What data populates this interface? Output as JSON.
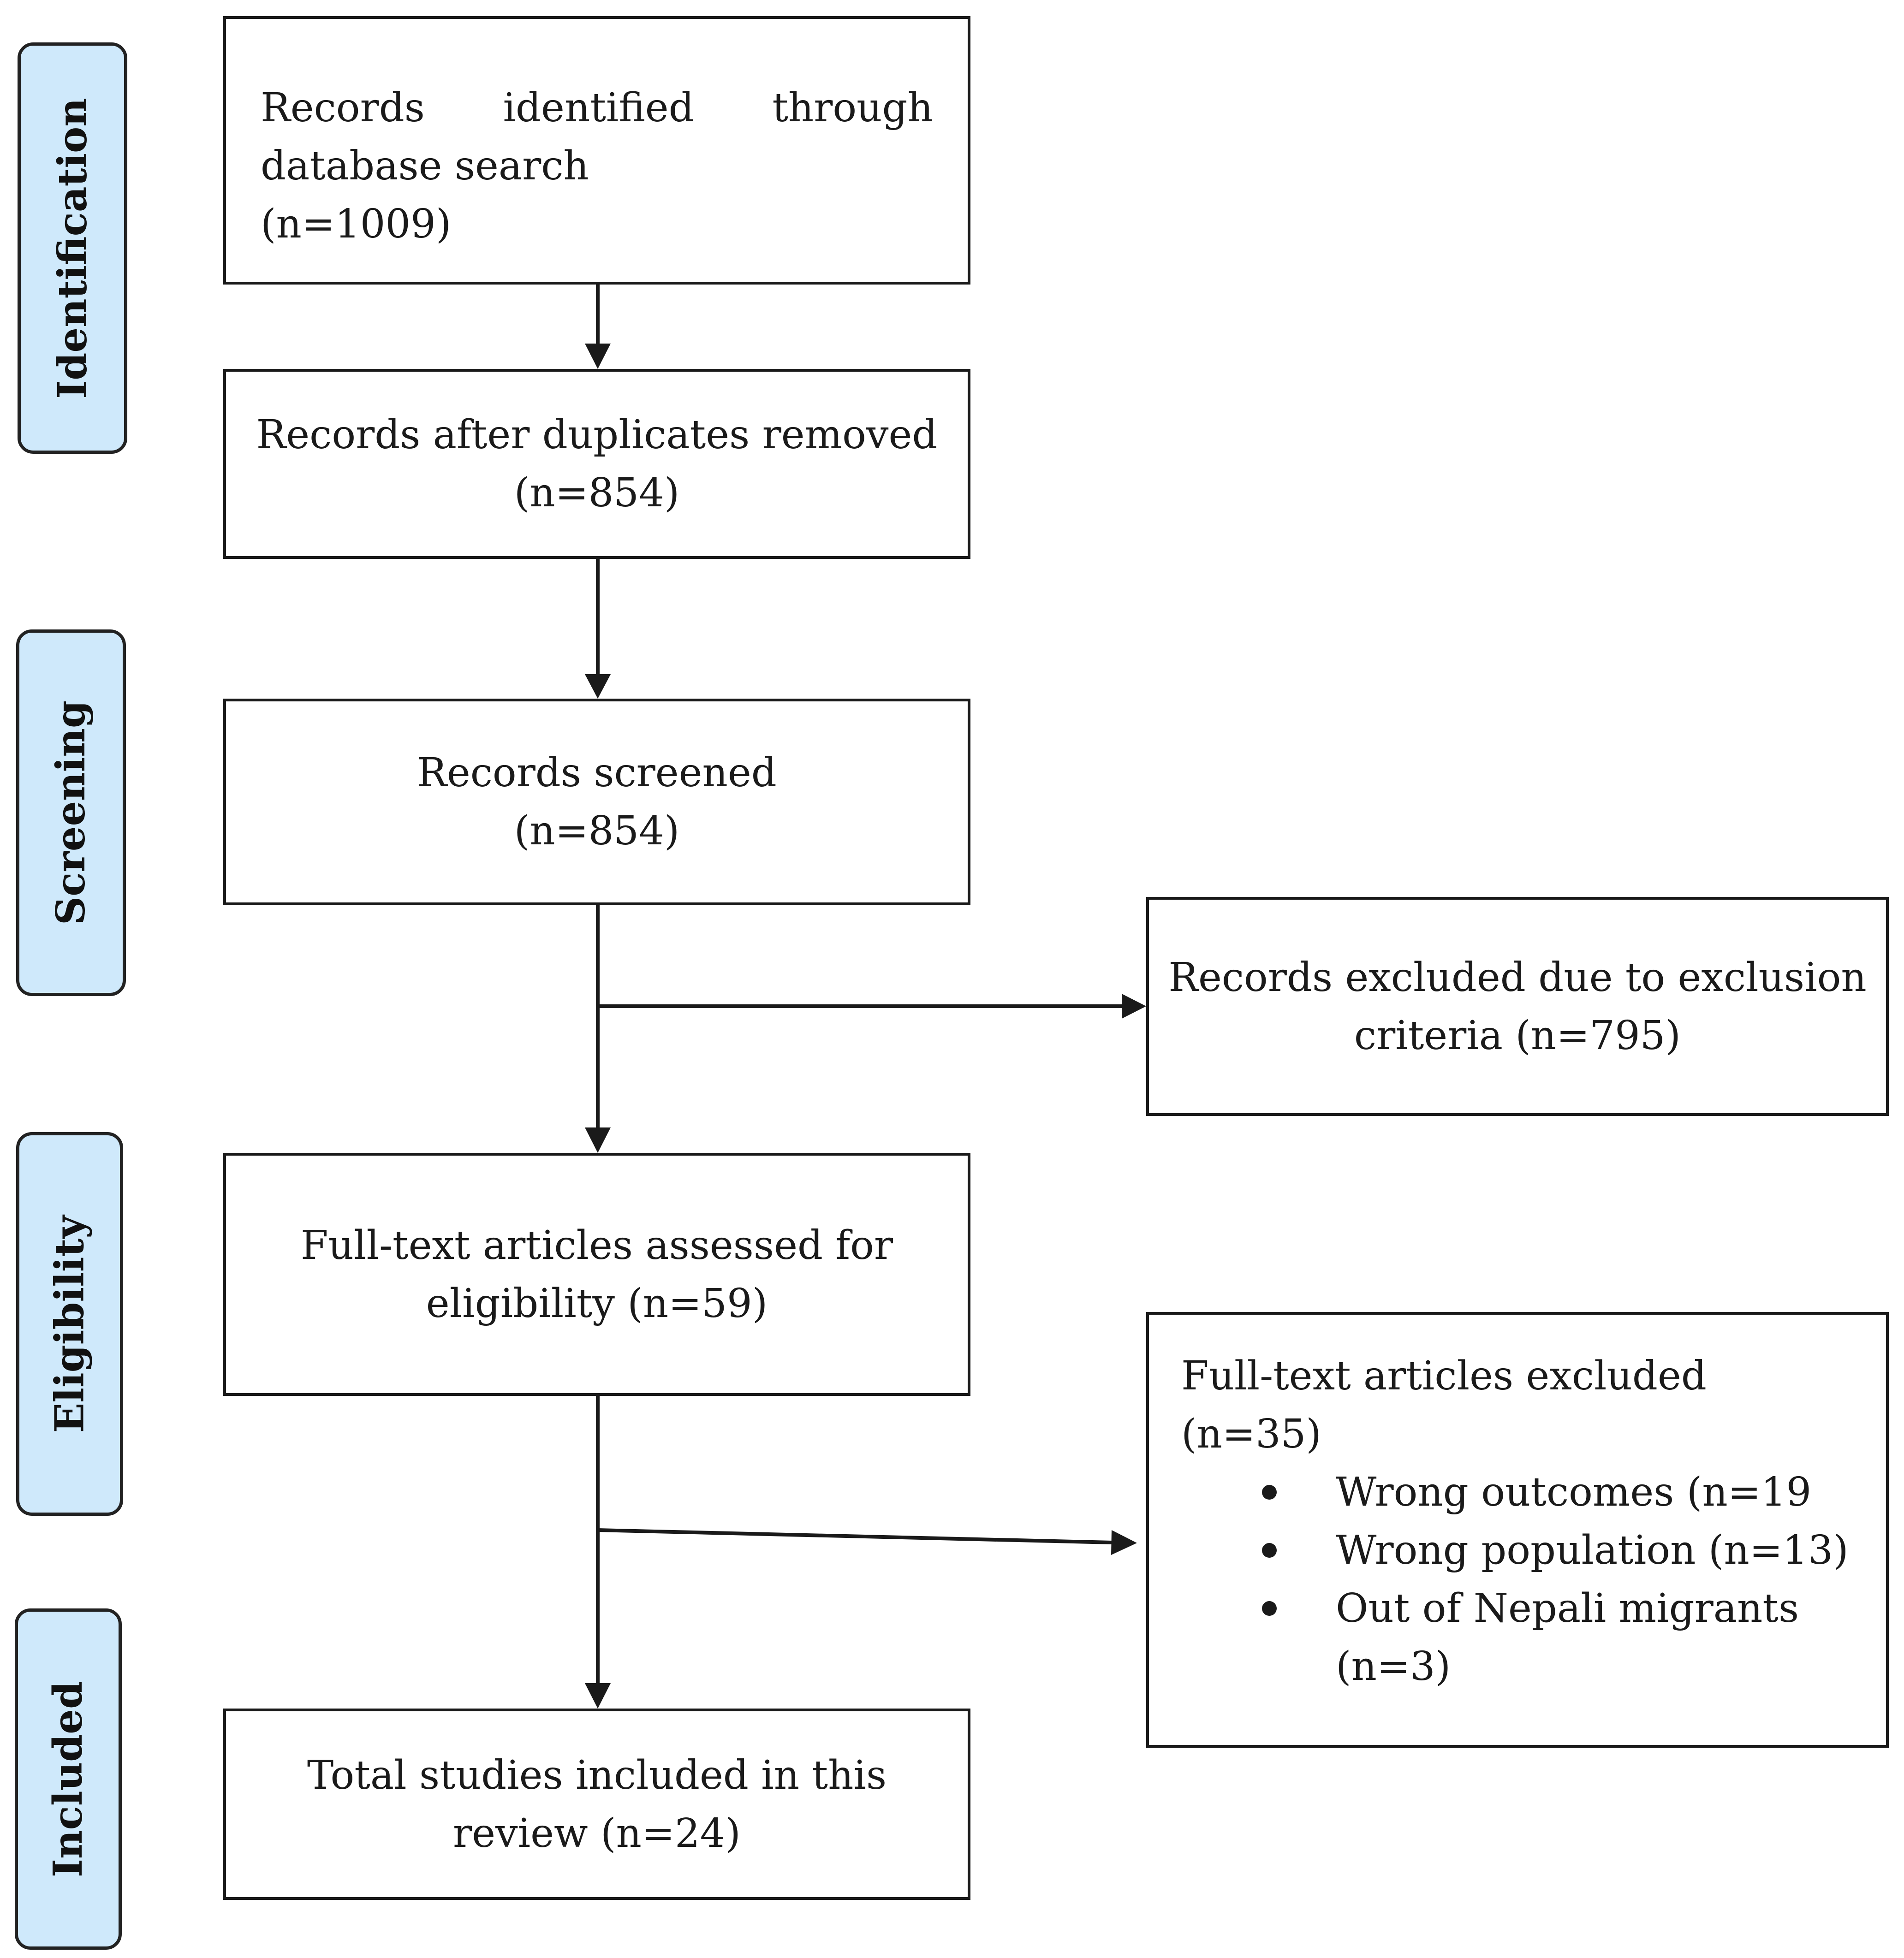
{
  "stages": {
    "identification": "Identification",
    "screening": "Screening",
    "eligibility": "Eligibility",
    "included": "Included"
  },
  "boxes": {
    "identified": {
      "line1": "Records identified through",
      "line2": "database search",
      "line3": "(n=1009)"
    },
    "duplicates_removed": {
      "line1": "Records after duplicates removed",
      "line2": "(n=854)"
    },
    "screened": {
      "line1": "Records screened",
      "line2": "(n=854)"
    },
    "excluded_criteria": {
      "line1": "Records excluded due to exclusion",
      "line2": "criteria (n=795)"
    },
    "full_text_assessed": {
      "line1": "Full-text articles assessed for",
      "line2": "eligibility (n=59)"
    },
    "full_text_excluded": {
      "heading": "Full-text articles excluded (n=35)",
      "reasons": [
        "Wrong outcomes (n=19",
        "Wrong population (n=13)",
        "Out of Nepali migrants",
        "(n=3)"
      ]
    },
    "included_total": {
      "line1": "Total studies included in this",
      "line2": "review (n=24)"
    }
  }
}
